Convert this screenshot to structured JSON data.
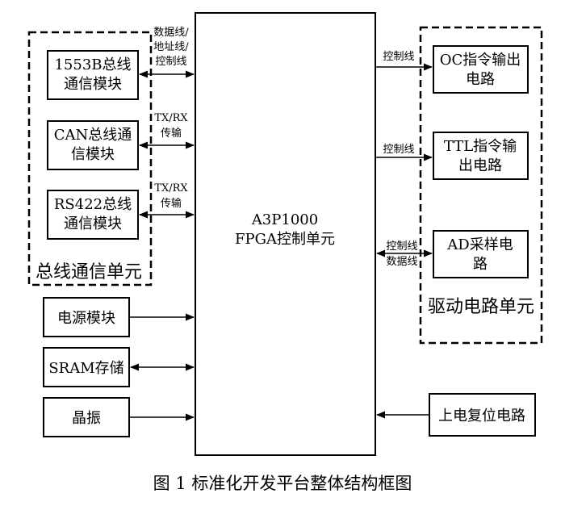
{
  "top_text": "",
  "fpga": {
    "line1": "A3P1000",
    "line2": "FPGA控制单元"
  },
  "bus_group_label": "总线通信单元",
  "drive_group_label": "驱动电路单元",
  "modules": {
    "m1553b": {
      "line1": "1553B总线",
      "line2": "通信模块"
    },
    "can": {
      "line1": "CAN总线通",
      "line2": "信模块"
    },
    "rs422": {
      "line1": "RS422总线",
      "line2": "通信模块"
    },
    "power": "电源模块",
    "sram": "SRAM存储",
    "crystal": "晶振",
    "oc": {
      "line1": "OC指令输出",
      "line2": "电路"
    },
    "ttl": {
      "line1": "TTL指令输",
      "line2": "出电路"
    },
    "ad": {
      "line1": "AD采样电",
      "line2": "路"
    },
    "reset": "上电复位电路"
  },
  "link_labels": {
    "data_addr_ctrl": [
      "数据线/",
      "地址线/",
      "控制线"
    ],
    "txrx_1": [
      "TX/RX",
      "传输"
    ],
    "txrx_2": [
      "TX/RX",
      "传输"
    ],
    "ctrl_oc": "控制线",
    "ctrl_ttl": "控制线",
    "ctrl_data_ad": [
      "控制线",
      "数据线"
    ]
  },
  "caption": "图 1  标准化开发平台整体结构框图"
}
